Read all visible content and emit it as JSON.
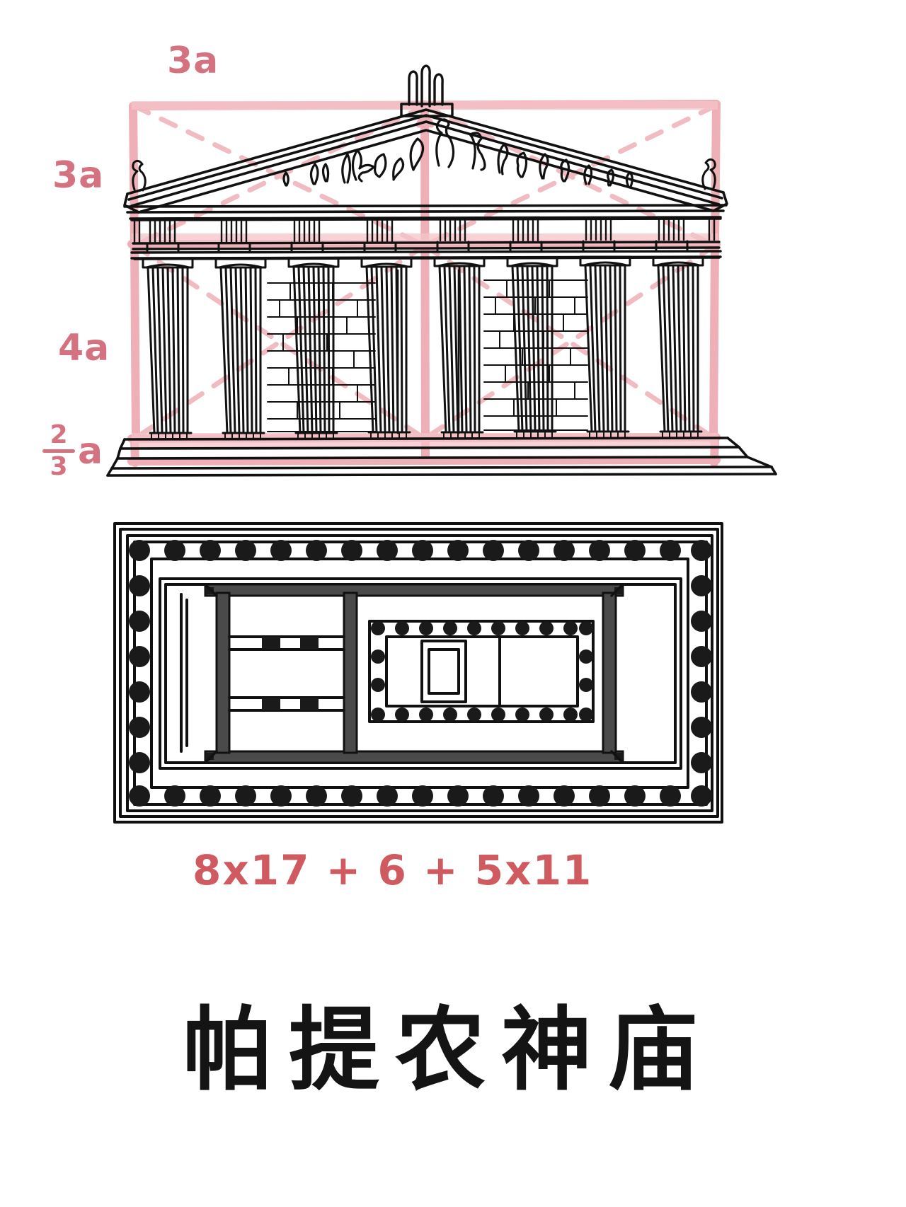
{
  "page": {
    "kind": "hand-drawn architectural study sheet",
    "background_color": "#ffffff",
    "ink_color": "#111111",
    "guide_color": "#eeb0b6",
    "annotation_color": "#d4727f",
    "formula_color": "#cf5a5f"
  },
  "elevation": {
    "name": "Parthenon front elevation",
    "proportion_labels": {
      "width_top": "3a",
      "pediment_height": "3a",
      "column_height": "4a",
      "stylobate_numerator": "2",
      "stylobate_denominator": "3",
      "stylobate_unit": "a"
    },
    "facade_columns": 8,
    "guide_boxes": [
      "3a x 3a upper box",
      "3a x 4a column box",
      "2/3a crepidoma band"
    ],
    "diagonals_visible": true
  },
  "plan": {
    "name": "Parthenon floor plan",
    "peristyle_long_side_columns": 17,
    "peristyle_short_side_columns": 8,
    "pronaos_columns": 6,
    "naos_inner_colonnade": "5x11",
    "cella_rooms": [
      "naos (east cella)",
      "opisthodomos (west chamber)"
    ],
    "statue_base_visible": true
  },
  "formula": {
    "text": "8x17  + 6 + 5x11",
    "parts": [
      "8x17",
      "+",
      "6",
      "+",
      "5x11"
    ]
  },
  "title": {
    "text": "帕提农神庙",
    "characters": [
      "帕",
      "提",
      "农",
      "神",
      "庙"
    ]
  }
}
